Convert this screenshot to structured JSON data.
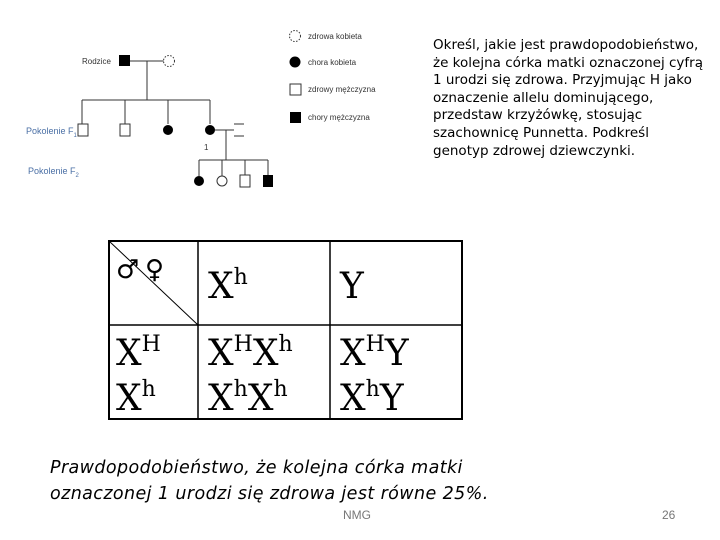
{
  "pedigree": {
    "parents_label": "Rodzice",
    "gen1_label": "Pokolenie F",
    "gen1_sub": "1",
    "gen2_label": "Pokolenie F",
    "gen2_sub": "2",
    "marked_number": "1",
    "legend": [
      {
        "label": "zdrowa kobieta",
        "symbol": "circle-empty"
      },
      {
        "label": "chora kobieta",
        "symbol": "circle-filled"
      },
      {
        "label": "zdrowy mężczyzna",
        "symbol": "square-empty"
      },
      {
        "label": "chory mężczyzna",
        "symbol": "square-filled"
      }
    ]
  },
  "task_text": "Określ, jakie jest prawdopodobieństwo, że kolejna córka matki oznaczonej cyfrą 1 urodzi się zdrowa. Przyjmując H jako oznaczenie allelu dominującego, przedstaw krzyżówkę, stosując szachownicę Punnetta. Podkreśl genotyp zdrowej dziewczynki.",
  "punnett": {
    "male_symbol": "♂",
    "female_symbol": "♀",
    "col_headers": [
      {
        "base": "X",
        "sup": "h"
      },
      {
        "base": "Y",
        "sup": ""
      }
    ],
    "row_headers": [
      {
        "base": "X",
        "sup": "H"
      },
      {
        "base": "X",
        "sup": "h"
      }
    ],
    "cells": [
      [
        "X",
        "H",
        "X",
        "h",
        "X",
        "H",
        "Y",
        ""
      ],
      [
        "X",
        "h",
        "X",
        "h",
        "X",
        "h",
        "Y",
        ""
      ]
    ]
  },
  "conclusion_text": "Prawdopodobieństwo, że kolejna córka matki\noznaczonej 1 urodzi się zdrowa jest równe 25%.",
  "footer": "NMG",
  "slide_number": "26"
}
